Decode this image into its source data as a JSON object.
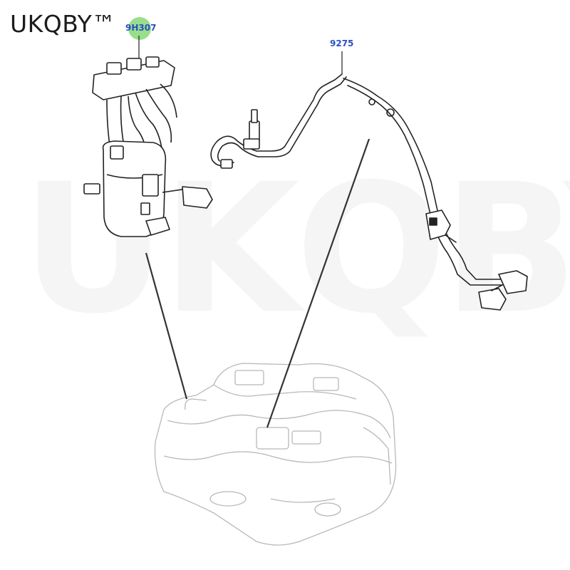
{
  "brand": {
    "text": "UKQBY™"
  },
  "watermark": {
    "text": "UKQBY™"
  },
  "callouts": [
    {
      "id": "pump",
      "label": "9H307"
    },
    {
      "id": "harness",
      "label": "9275"
    }
  ],
  "colors": {
    "callout": "#2a4fc4",
    "highlight": "#7fd66e",
    "line": "#222222"
  }
}
